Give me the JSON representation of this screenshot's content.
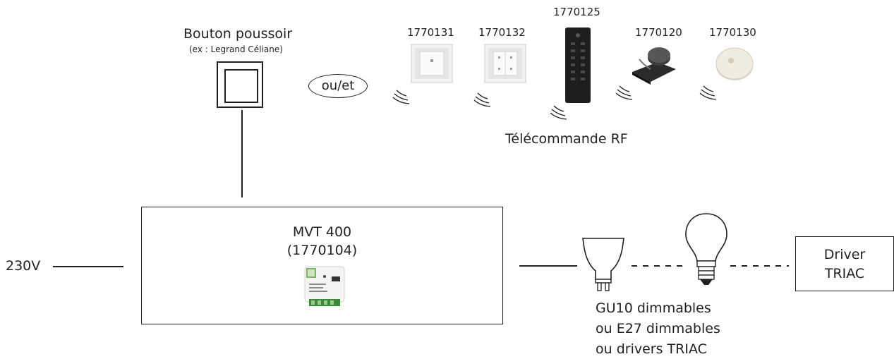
{
  "push_button": {
    "title": "Bouton poussoir",
    "subtitle": "(ex : Legrand Céliane)"
  },
  "or_and_label": "ou/et",
  "remotes": [
    {
      "ref": "1770131",
      "kind": "wall-switch-single"
    },
    {
      "ref": "1770132",
      "kind": "wall-switch-double"
    },
    {
      "ref": "1770125",
      "kind": "handheld-remote"
    },
    {
      "ref": "1770120",
      "kind": "rotary-knob"
    },
    {
      "ref": "1770130",
      "kind": "round-puck"
    }
  ],
  "rf_label": "Télécommande RF",
  "controller": {
    "name": "MVT 400",
    "ref": "(1770104)"
  },
  "supply_label": "230V",
  "loads_label": {
    "line1": "GU10 dimmables",
    "line2": "ou E27 dimmables",
    "line3": "ou drivers TRIAC"
  },
  "driver": {
    "line1": "Driver",
    "line2": "TRIAC"
  }
}
